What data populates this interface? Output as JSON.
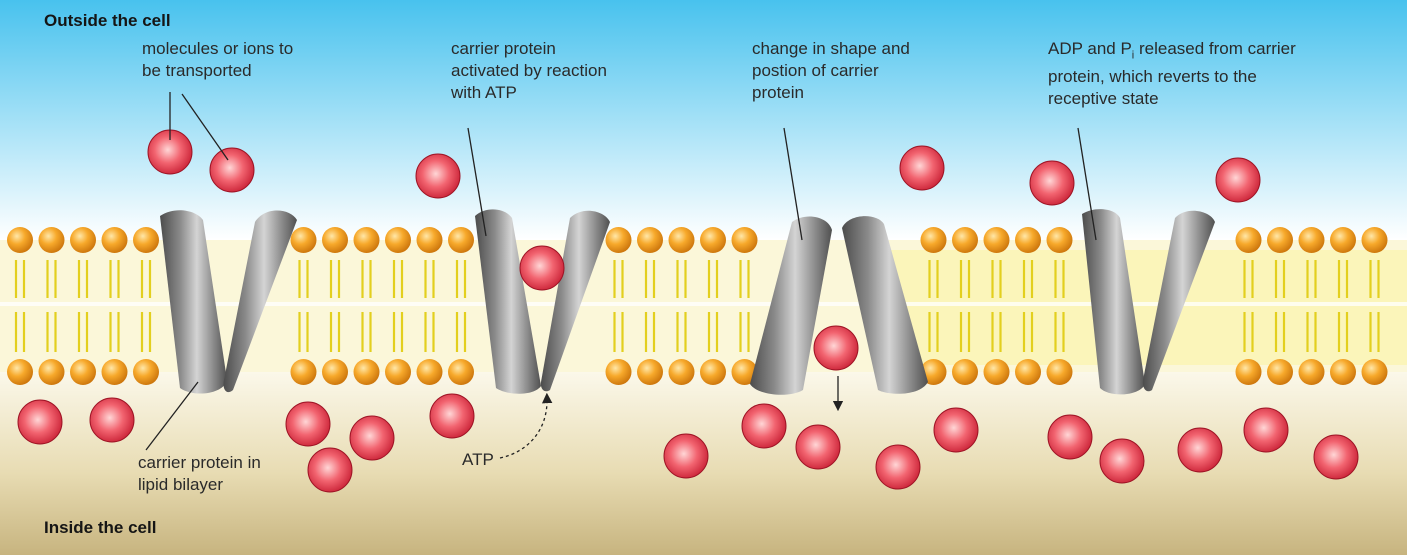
{
  "region_labels": {
    "outside": "Outside the cell",
    "inside": "Inside the cell"
  },
  "annotations": {
    "molecules": [
      "molecules or ions to",
      "be transported"
    ],
    "carrier_in_bilayer": [
      "carrier protein in",
      "lipid bilayer"
    ],
    "carrier_activated": [
      "carrier protein",
      "activated by reaction",
      "with ATP"
    ],
    "atp": "ATP",
    "shape_change": [
      "change in shape and",
      "postion of carrier",
      "protein"
    ],
    "release": {
      "line1_prefix": "ADP and P",
      "line1_sub": "i",
      "line1_suffix": " released from carrier",
      "line2": "protein, which reverts to the",
      "line3": "receptive state"
    }
  },
  "colors": {
    "outside_top": "#4bc3ee",
    "outside_bottom": "#ffffff",
    "inside_top": "#fbf8ea",
    "inside_bottom": "#cab784",
    "phospholipid_head": "#f5a623",
    "lipid_tail": "#e8d21c",
    "protein": "#7d7d7d",
    "molecule": "#e8394c"
  }
}
